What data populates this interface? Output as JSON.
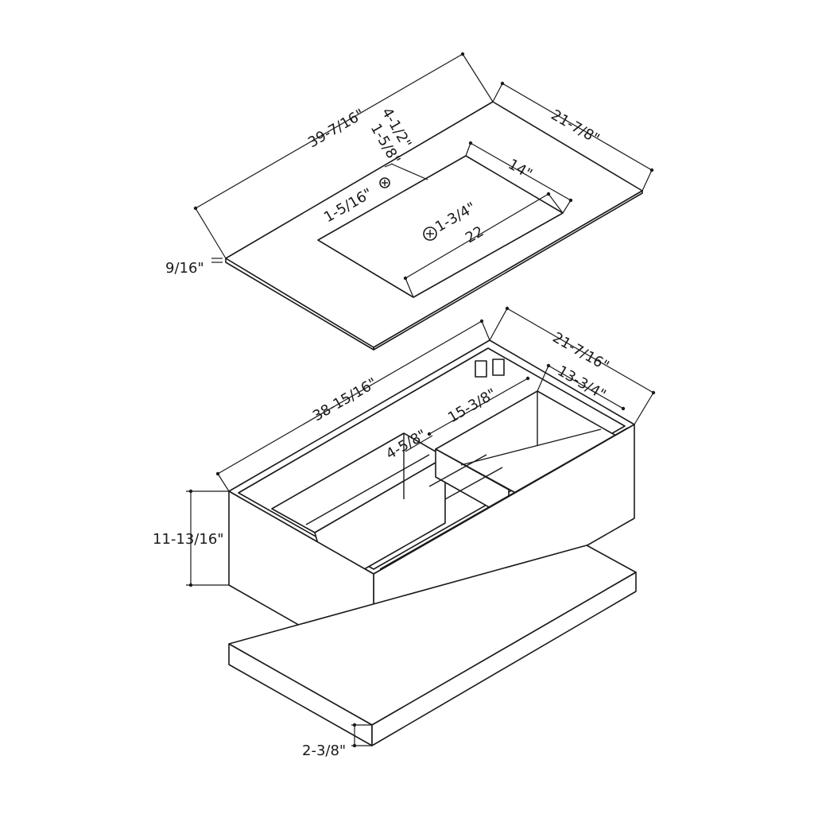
{
  "dimensions": {
    "top_length": "39-7/16\"",
    "top_depth": "21-7/8\"",
    "faucet_offset": "4-1/2\"",
    "faucet_hole": "1-5/8\"",
    "hole_diameter": "1-5/16\"",
    "basin_depth": "14\"",
    "drain_hole": "1-3/4\"",
    "basin_length": "22",
    "top_thickness": "9/16\"",
    "cabinet_length": "38-15/16\"",
    "cabinet_depth": "21-7/16\"",
    "drawer_depth": "13-3/4\"",
    "drawer_width": "15-3/8\"",
    "drawer_cutout": "4-5/8\"",
    "cabinet_height": "11-13/16\"",
    "plinth_height": "2-3/8\""
  }
}
